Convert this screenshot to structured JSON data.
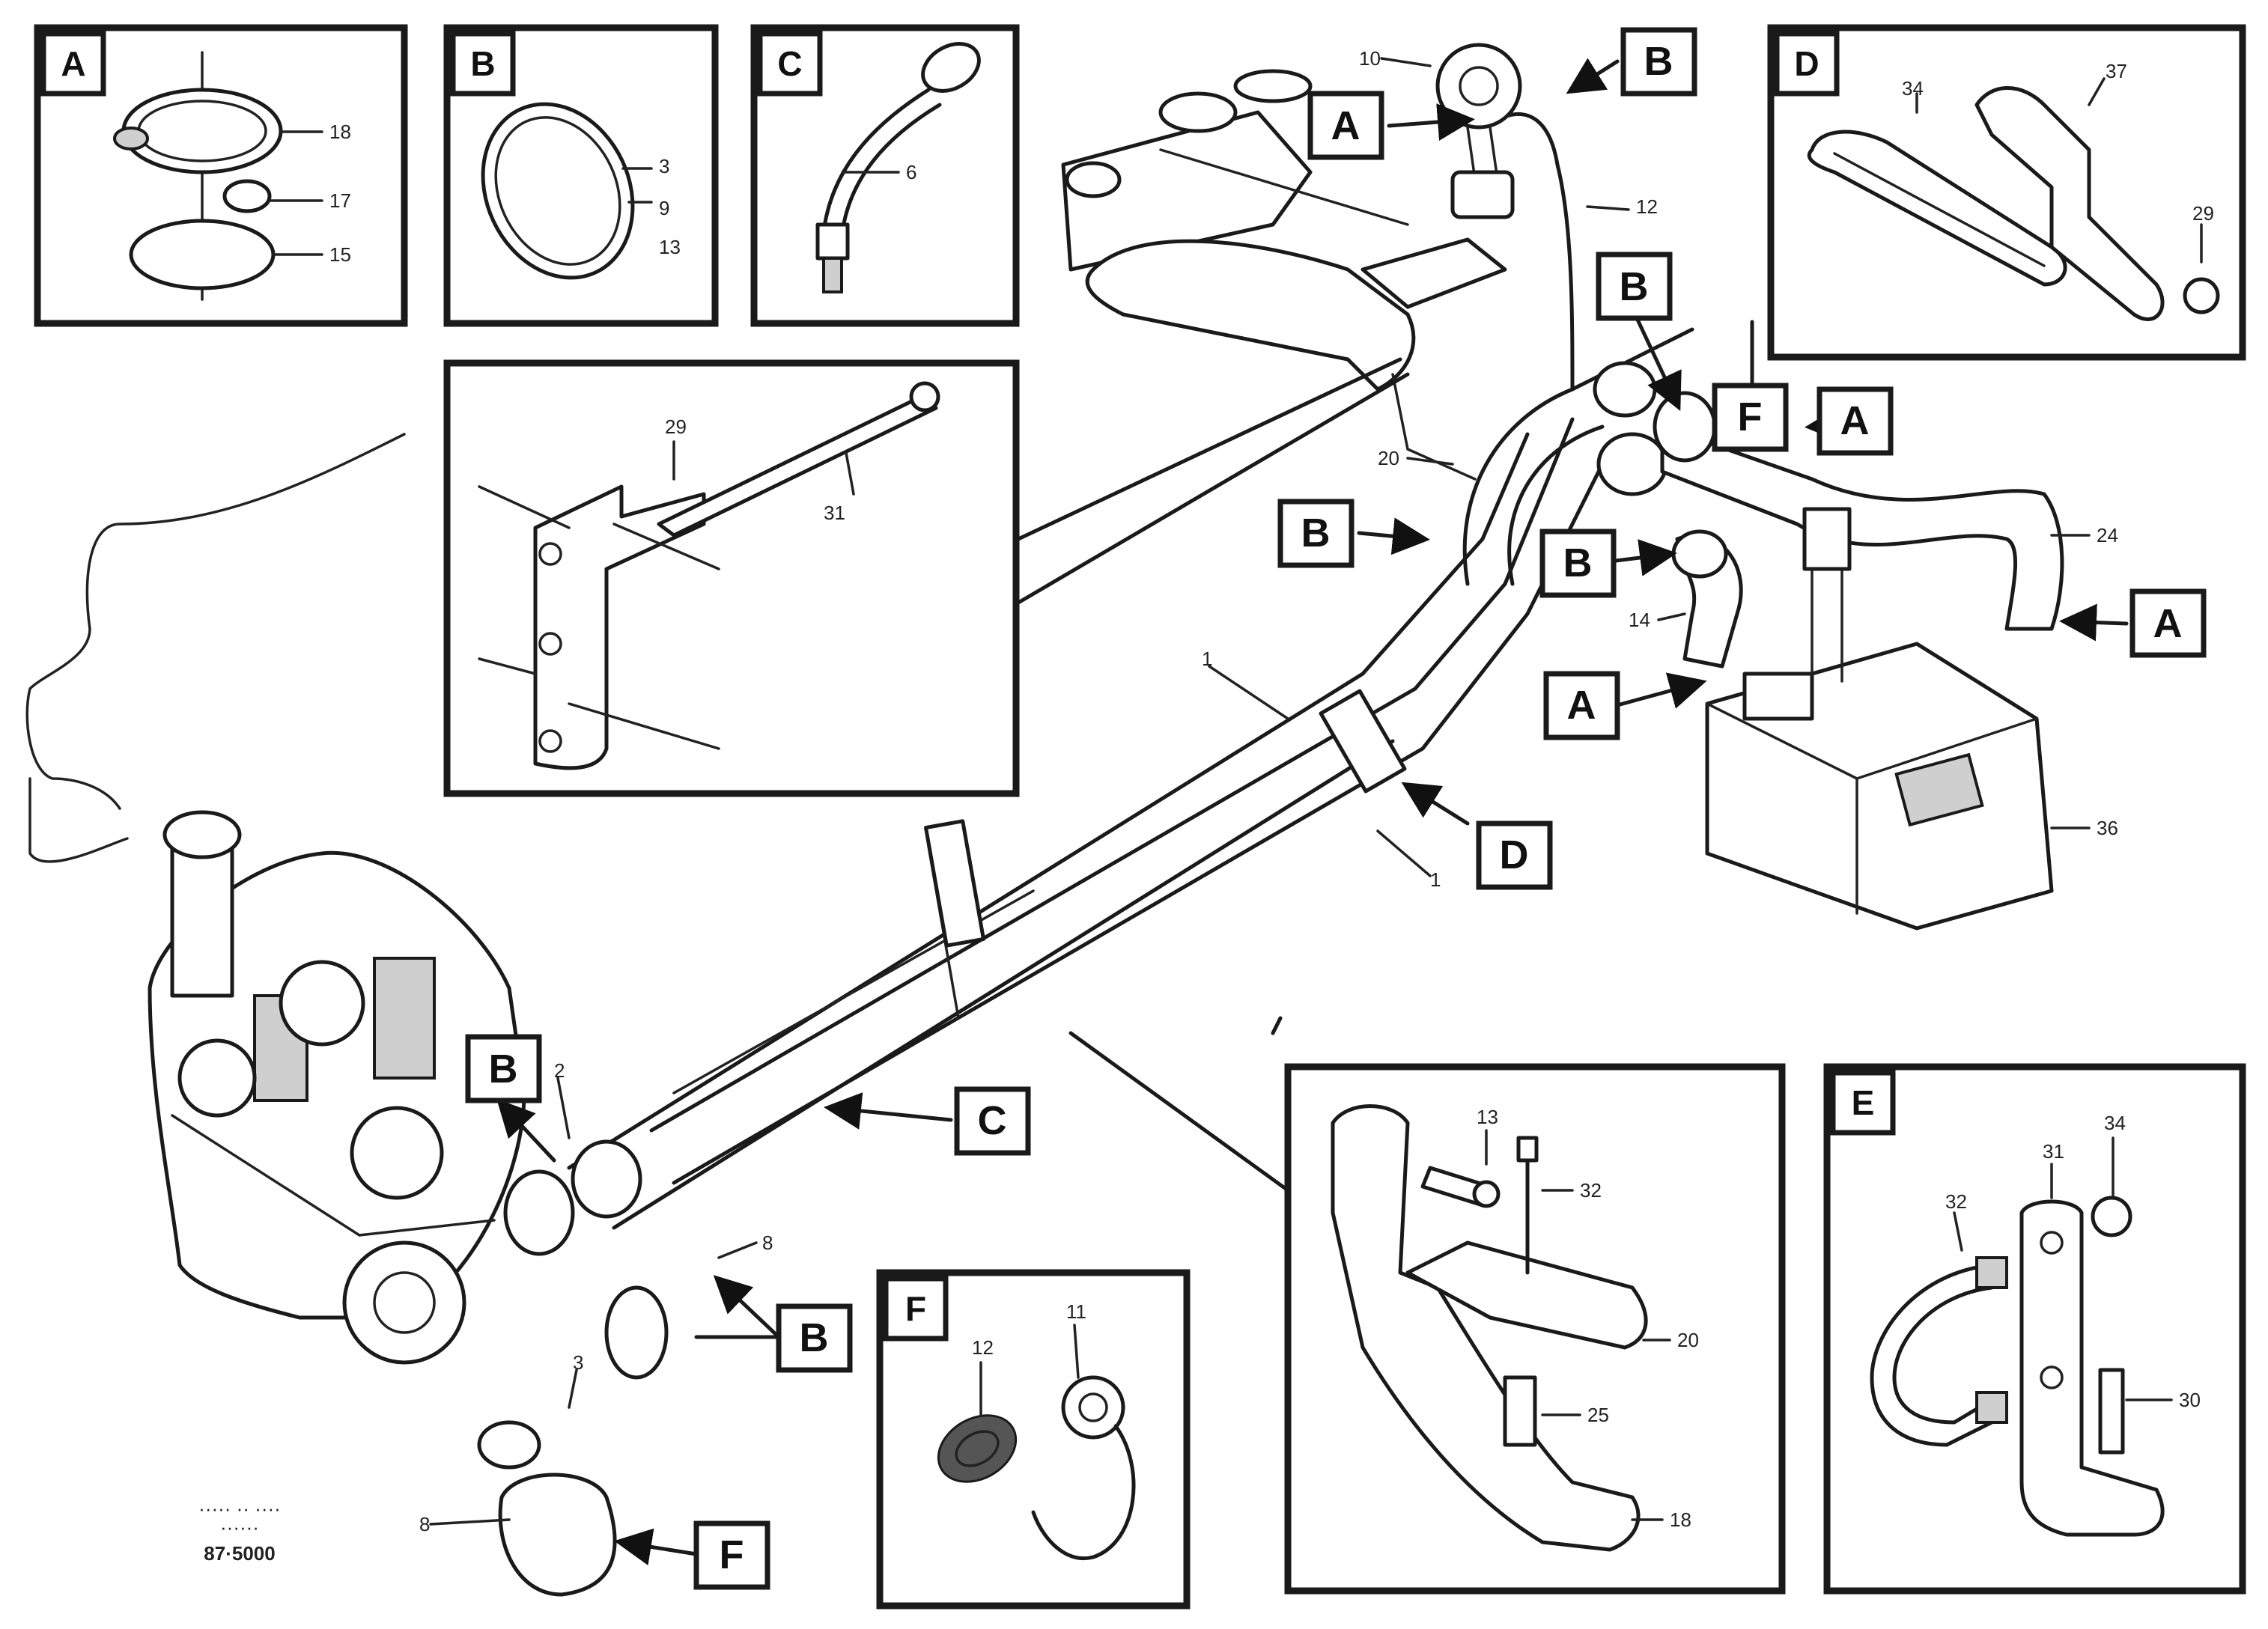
{
  "panels": {
    "A": {
      "label": "A",
      "callouts": [
        "18",
        "17",
        "15"
      ]
    },
    "B": {
      "label": "B",
      "callouts": [
        "3",
        "9",
        "13"
      ]
    },
    "C": {
      "label": "C",
      "callouts": [
        "6"
      ]
    },
    "D": {
      "label": "D",
      "callouts": [
        "34",
        "37",
        "29"
      ]
    },
    "E": {
      "label": "E",
      "callouts": [
        "32",
        "31",
        "34",
        "30"
      ]
    },
    "F": {
      "label": "F",
      "callouts": [
        "12",
        "11"
      ]
    }
  },
  "detail_upper": {
    "callouts": [
      "29",
      "31"
    ]
  },
  "detail_lower": {
    "callouts": [
      "13",
      "32",
      "20",
      "25",
      "18"
    ]
  },
  "view_tags": [
    "A",
    "B",
    "A",
    "B",
    "A",
    "B",
    "B",
    "A",
    "B",
    "C",
    "B",
    "F",
    "D",
    "F"
  ],
  "main_callouts": [
    "10",
    "12",
    "20",
    "14",
    "24",
    "36",
    "1",
    "1",
    "2",
    "8",
    "3",
    "8"
  ],
  "footer": {
    "line1": "····· ·· ····",
    "line2": "······",
    "code": "87·5000"
  },
  "icons": [
    "arrow-icon"
  ]
}
